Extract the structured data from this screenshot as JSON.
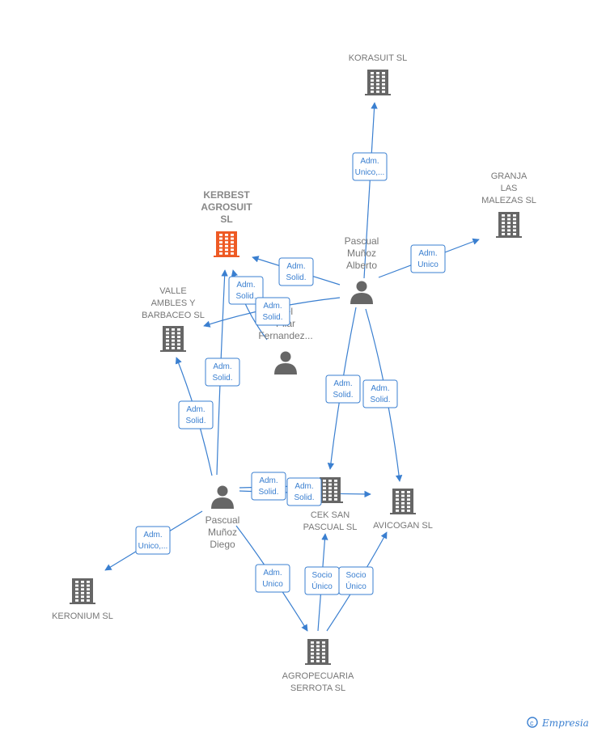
{
  "companies": {
    "korasuit": {
      "lines": [
        "KORASUIT  SL"
      ],
      "color": "#666666"
    },
    "granja": {
      "lines": [
        "GRANJA",
        "LAS",
        "MALEZAS  SL"
      ],
      "color": "#666666"
    },
    "kerbest": {
      "lines": [
        "KERBEST",
        "AGROSUIT",
        "SL"
      ],
      "color": "#ee5a24"
    },
    "valle": {
      "lines": [
        "VALLE",
        "AMBLES Y",
        "BARBACEO SL"
      ],
      "color": "#666666"
    },
    "cek": {
      "lines": [
        "CEK SAN",
        "PASCUAL  SL"
      ],
      "color": "#666666"
    },
    "avicogan": {
      "lines": [
        "AVICOGAN  SL"
      ],
      "color": "#666666"
    },
    "keronium": {
      "lines": [
        "KERONIUM  SL"
      ],
      "color": "#666666"
    },
    "agropecuaria": {
      "lines": [
        "AGROPECUARIA",
        "SERROTA SL"
      ],
      "color": "#666666"
    }
  },
  "persons": {
    "alberto": {
      "lines": [
        "Pascual",
        "Muñoz",
        "Alberto"
      ]
    },
    "pilar": {
      "lines": [
        "Del",
        "Pilar",
        "Fernandez..."
      ]
    },
    "diego": {
      "lines": [
        "Pascual",
        "Muñoz",
        "Diego"
      ]
    }
  },
  "relations": {
    "alberto_korasuit": [
      "Adm.",
      "Unico,..."
    ],
    "alberto_granja": [
      "Adm.",
      "Unico"
    ],
    "alberto_kerbest": [
      "Adm.",
      "Solid."
    ],
    "pilar_kerbest": [
      "Adm.",
      "Solid."
    ],
    "alberto_valle": [
      "Adm.",
      "Solid."
    ],
    "diego_kerbest": [
      "Adm.",
      "Solid."
    ],
    "diego_valle": [
      "Adm.",
      "Solid."
    ],
    "alberto_cek": [
      "Adm.",
      "Solid."
    ],
    "alberto_avicogan": [
      "Adm.",
      "Solid."
    ],
    "diego_cek": [
      "Adm.",
      "Solid."
    ],
    "diego_avicogan": [
      "Adm.",
      "Solid."
    ],
    "diego_keronium": [
      "Adm.",
      "Unico,..."
    ],
    "diego_agropecuaria": [
      "Adm.",
      "Unico"
    ],
    "agro_cek": [
      "Socio",
      "Único"
    ],
    "agro_avicogan": [
      "Socio",
      "Único"
    ]
  },
  "colors": {
    "edge": "#3a7fd0",
    "icon": "#666666",
    "main": "#ee5a24",
    "label_box_border": "#3a7fd0"
  },
  "watermark": {
    "copyright": "©",
    "brand": "Empresia"
  }
}
